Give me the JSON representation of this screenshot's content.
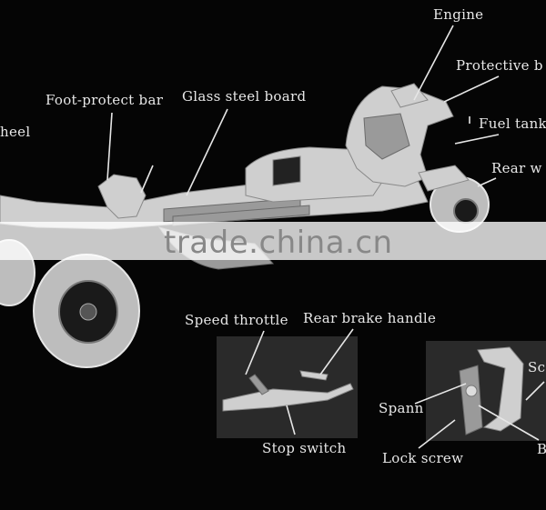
{
  "labels": {
    "engine": "Engine",
    "protective": "Protective b",
    "fuel_tank": "Fuel tank",
    "rear_wheel": "Rear w",
    "front_wheel": "heel",
    "foot_protect_bar": "Foot-protect bar",
    "glass_steel_board": "Glass steel board",
    "speed_throttle": "Speed throttle",
    "rear_brake_handle": "Rear brake handle",
    "stop_switch": "Stop switch",
    "spann": "Spann",
    "lock_screw": "Lock screw",
    "sc": "Sc",
    "b": "B"
  },
  "watermark": "trade.china.cn",
  "colors": {
    "background": "#050505",
    "label": "#e8e8e8",
    "metal": "#cfcfcf",
    "watermark_band": "#ffffff"
  }
}
